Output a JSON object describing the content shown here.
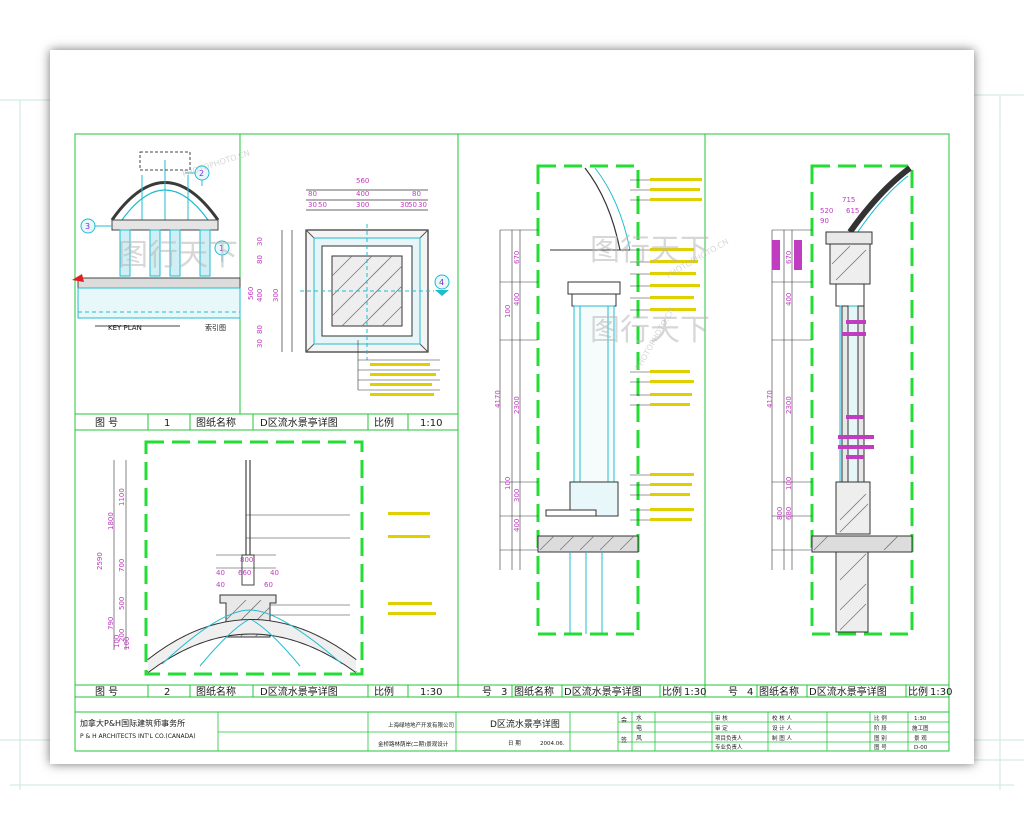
{
  "watermark": {
    "brand": "图行天下",
    "url": "PHOTOPHOTO.CN"
  },
  "panel1": {
    "title_label": "图 号",
    "number": "1",
    "name_label": "图纸名称",
    "name": "D区流水景亭详图",
    "scale_label": "比例",
    "scale": "1:10",
    "keyplan_label": "KEY PLAN",
    "keyplan_cn": "索引图",
    "bubbles": [
      "1",
      "2",
      "3",
      "4"
    ],
    "dims_top": [
      "560",
      "80",
      "400",
      "80",
      "30",
      "50",
      "300",
      "30",
      "50",
      "30"
    ],
    "dims_left": [
      "30",
      "80",
      "560",
      "400",
      "300",
      "80",
      "30"
    ]
  },
  "panel2": {
    "title_label": "图 号",
    "number": "2",
    "name_label": "图纸名称",
    "name": "D区流水景亭详图",
    "scale_label": "比例",
    "scale": "1:30",
    "dims_left": [
      "2590",
      "1800",
      "1100",
      "700",
      "790",
      "500",
      "100",
      "200",
      "100"
    ],
    "dims_top": [
      "800",
      "40",
      "660",
      "40",
      "40",
      "60"
    ]
  },
  "panel3": {
    "title_label": "号",
    "number": "3",
    "name_label": "图纸名称",
    "name": "D区流水景亭详图",
    "scale_label": "比例",
    "scale": "1:30",
    "dims_left": [
      "4170",
      "670",
      "400",
      "2300",
      "300",
      "400",
      "100",
      "100"
    ]
  },
  "panel4": {
    "title_label": "号",
    "number": "4",
    "name_label": "图纸名称",
    "name": "D区流水景亭详图",
    "scale_label": "比例",
    "scale": "1:30",
    "dims_left": [
      "4170",
      "670",
      "400",
      "2300",
      "800",
      "680",
      "100"
    ],
    "dims_top": [
      "715",
      "615",
      "520",
      "90"
    ]
  },
  "titleblock": {
    "company_cn": "加拿大P&H国际建筑师事务所",
    "company_en": "P & H ARCHITECTS INT'L CO.(CANADA)",
    "client": "上海绿地地产开发有限公司",
    "project": "金桥路林荫岸(二期)景观设计",
    "drawing_title": "D区流水景亭详图",
    "date_label": "日 期",
    "date": "2004.06.",
    "col1": [
      "会",
      "签"
    ],
    "utilities": [
      "水",
      "电",
      "风"
    ],
    "roles_a": [
      "审 核",
      "审 定",
      "项目负责人",
      "专业负责人"
    ],
    "roles_b": [
      "校 核 人",
      "设 计 人",
      "制 图 人"
    ],
    "info_labels": [
      "比 例",
      "阶 段",
      "图 别",
      "图 号"
    ],
    "info_values": [
      "1:30",
      "施工图",
      "景 观",
      "D-00"
    ]
  }
}
